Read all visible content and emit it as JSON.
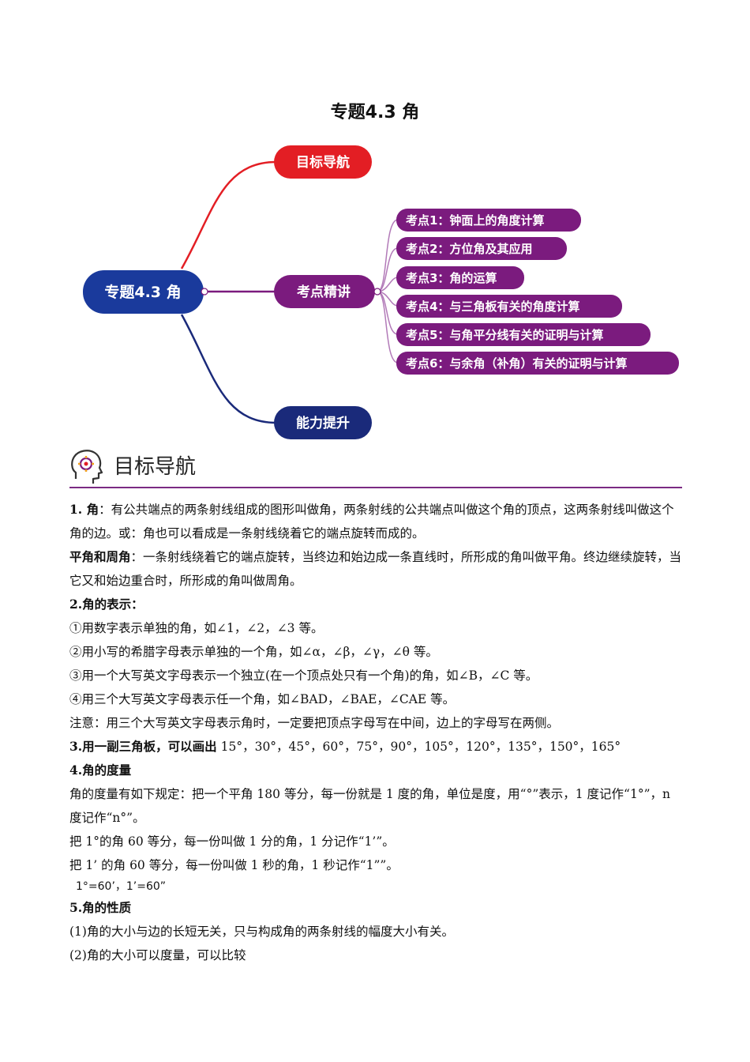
{
  "page_title": "专题4.3  角",
  "mindmap": {
    "root": "专题4.3 角",
    "branch_target": "目标导航",
    "branch_points": "考点精讲",
    "branch_ability": "能力提升",
    "points": [
      "考点1：钟面上的角度计算",
      "考点2：方位角及其应用",
      "考点3：角的运算",
      "考点4：与三角板有关的角度计算",
      "考点5：与角平分线有关的证明与计算",
      "考点6：与余角（补角）有关的证明与计算"
    ],
    "colors": {
      "root": "#1a3a9c",
      "target": "#e31e24",
      "points": "#7b1b7e",
      "ability": "#1a2a7a"
    }
  },
  "section": {
    "icon": "head-gear-icon",
    "heading": "目标导航"
  },
  "content": {
    "p1_label": "1. 角",
    "p1_text": "：有公共端点的两条射线组成的图形叫做角，两条射线的公共端点叫做这个角的顶点，这两条射线叫做这个角的边。或：角也可以看成是一条射线绕着它的端点旋转而成的。",
    "p2_label": "平角和周角",
    "p2_text": "：一条射线绕着它的端点旋转，当终边和始边成一条直线时，所形成的角叫做平角。终边继续旋转，当它又和始边重合时，所形成的角叫做周角。",
    "h2": "2.角的表示：",
    "l1": "①用数字表示单独的角，如∠1，∠2，∠3 等。",
    "l2": "②用小写的希腊字母表示单独的一个角，如∠α，∠β，∠γ，∠θ 等。",
    "l3": "③用一个大写英文字母表示一个独立(在一个顶点处只有一个角)的角，如∠B，∠C 等。",
    "l4": "④用三个大写英文字母表示任一个角，如∠BAD，∠BAE，∠CAE 等。",
    "note": "注意：用三个大写英文字母表示角时，一定要把顶点字母写在中间，边上的字母写在两侧。",
    "h3_label": "3.用一副三角板，可以画出",
    "h3_text": " 15°，30°，45°，60°，75°，90°，105°，120°，135°，150°，165°",
    "h4": "4.角的度量",
    "m1": "角的度量有如下规定：把一个平角 180 等分，每一份就是 1 度的角，单位是度，用“°”表示，1 度记作“1°”，n 度记作“n°”。",
    "m2": "把 1°的角 60 等分，每一份叫做 1 分的角，1 分记作“1’”。",
    "m3": "把 1’ 的角 60 等分，每一份叫做 1 秒的角，1 秒记作“1””。",
    "m4": "1°=60’，1’=60”",
    "h5": "5.角的性质",
    "s1": "(1)角的大小与边的长短无关，只与构成角的两条射线的幅度大小有关。",
    "s2": "(2)角的大小可以度量，可以比较"
  }
}
